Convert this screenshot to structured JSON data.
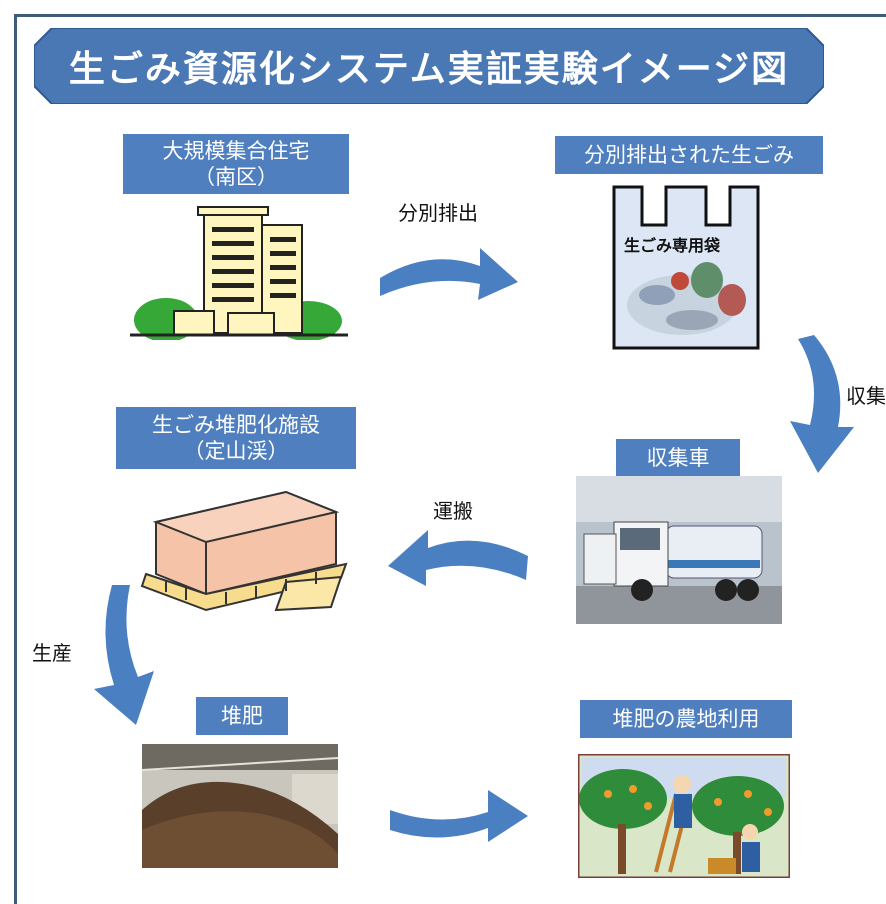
{
  "title": "生ごみ資源化システム実証実験イメージ図",
  "colors": {
    "banner": "#4a78b5",
    "label_box": "#4f7fbf",
    "arrow": "#4a7fc1",
    "frame": "#3f5a7a"
  },
  "nodes": {
    "housing": {
      "line1": "大規模集合住宅",
      "line2": "（南区）"
    },
    "sorted_waste": {
      "label": "分別排出された生ごみ",
      "bag_label": "生ごみ専用袋"
    },
    "truck": {
      "label": "収集車"
    },
    "facility": {
      "line1": "生ごみ堆肥化施設",
      "line2": "（定山渓）"
    },
    "compost": {
      "label": "堆肥"
    },
    "farm": {
      "label": "堆肥の農地利用"
    }
  },
  "edges": {
    "sort": "分別排出",
    "collect": "収集",
    "transport": "運搬",
    "produce": "生産"
  }
}
